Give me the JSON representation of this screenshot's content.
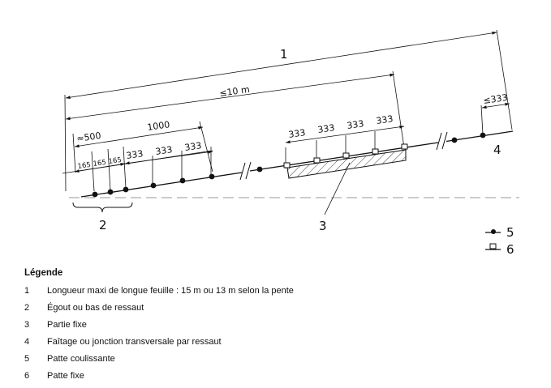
{
  "diagram": {
    "callouts": {
      "c1": "1",
      "c2": "2",
      "c3": "3",
      "c4": "4",
      "c5": "5",
      "c6": "6"
    },
    "dimensions": {
      "overall_max": "≤10 m",
      "approx500": "≈500",
      "d1000": "1000",
      "d165a": "165",
      "d165b": "165",
      "d165c": "165",
      "left333a": "333",
      "left333b": "333",
      "left333c": "333",
      "mid333a": "333",
      "mid333b": "333",
      "mid333c": "333",
      "mid333d": "333",
      "right333": "≤333"
    }
  },
  "legend": {
    "title": "Légende",
    "items": [
      {
        "num": "1",
        "text": "Longueur maxi de longue feuille : 15 m ou 13 m selon la pente"
      },
      {
        "num": "2",
        "text": "Égout ou bas de ressaut"
      },
      {
        "num": "3",
        "text": "Partie fixe"
      },
      {
        "num": "4",
        "text": "Faîtage ou jonction transversale par ressaut"
      },
      {
        "num": "5",
        "text": "Patte coulissante"
      },
      {
        "num": "6",
        "text": "Patte fixe"
      }
    ]
  }
}
